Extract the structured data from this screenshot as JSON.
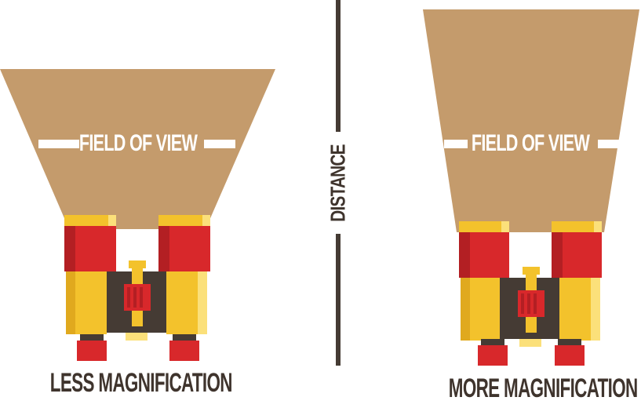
{
  "diagram": {
    "divider_label": "DISTANCE",
    "panels": [
      {
        "id": "less",
        "fov_label": "FIELD OF VIEW",
        "caption": "LESS MAGNIFICATION"
      },
      {
        "id": "more",
        "fov_label": "FIELD OF VIEW",
        "caption": "MORE MAGNIFICATION"
      }
    ]
  },
  "colors": {
    "fov_cone": "#c49b6c",
    "dark": "#453b34",
    "lens_red": "#d8282b",
    "lens_red_dark": "#b31f23",
    "body_yellow": "#f3c22c",
    "body_yellow_light": "#fbe07a",
    "label_white": "#ffffff"
  },
  "icons": [
    "binoculars-icon",
    "binoculars-icon"
  ]
}
